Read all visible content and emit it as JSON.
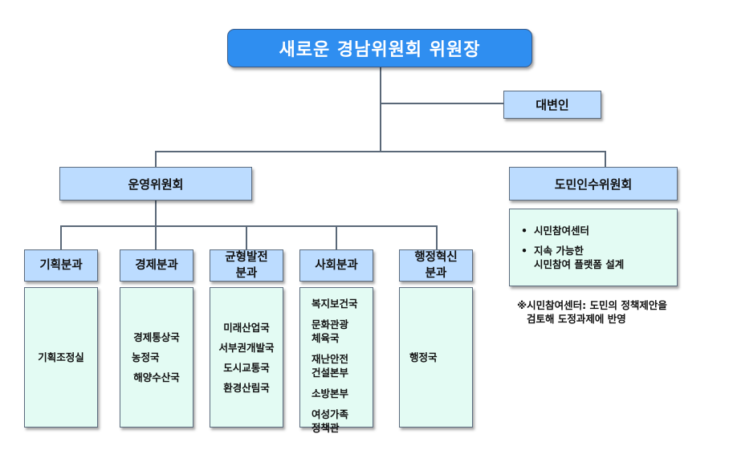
{
  "chart_title": "새로운 경남위원회 위원장",
  "spokesperson": "대변인",
  "operations_committee": {
    "label": "운영위원회",
    "subcommittees": [
      {
        "label_lines": [
          "기획분과"
        ],
        "departments": [
          "기획조정실"
        ]
      },
      {
        "label_lines": [
          "경제분과"
        ],
        "departments": [
          "경제통상국",
          "농정국",
          "해양수산국"
        ]
      },
      {
        "label_lines": [
          "균형발전",
          "분과"
        ],
        "departments": [
          "미래산업국",
          "서부권개발국",
          "도시교통국",
          "환경산림국"
        ]
      },
      {
        "label_lines": [
          "사회분과"
        ],
        "departments": [
          "복지보건국",
          "문화관광\n체육국",
          "재난안전\n건설본부",
          "소방본부",
          "여성가족\n정책관"
        ]
      },
      {
        "label_lines": [
          "행정혁신",
          "분과"
        ],
        "departments": [
          "행정국"
        ]
      }
    ]
  },
  "citizen_committee": {
    "label": "도민인수위원회",
    "bullet": "•",
    "items": [
      "시민참여센터",
      "지속 가능한\n시민참여 플랫폼 설계"
    ]
  },
  "note": {
    "line1": "※시민참여센터: 도민의 정책제안을",
    "line2": "검토해 도정과제에 반영"
  },
  "colors": {
    "top_box": "#2f8ef0",
    "unit_box": "#bcdcff",
    "department_box": "#e3fbf3",
    "connector": "#5a6878"
  }
}
